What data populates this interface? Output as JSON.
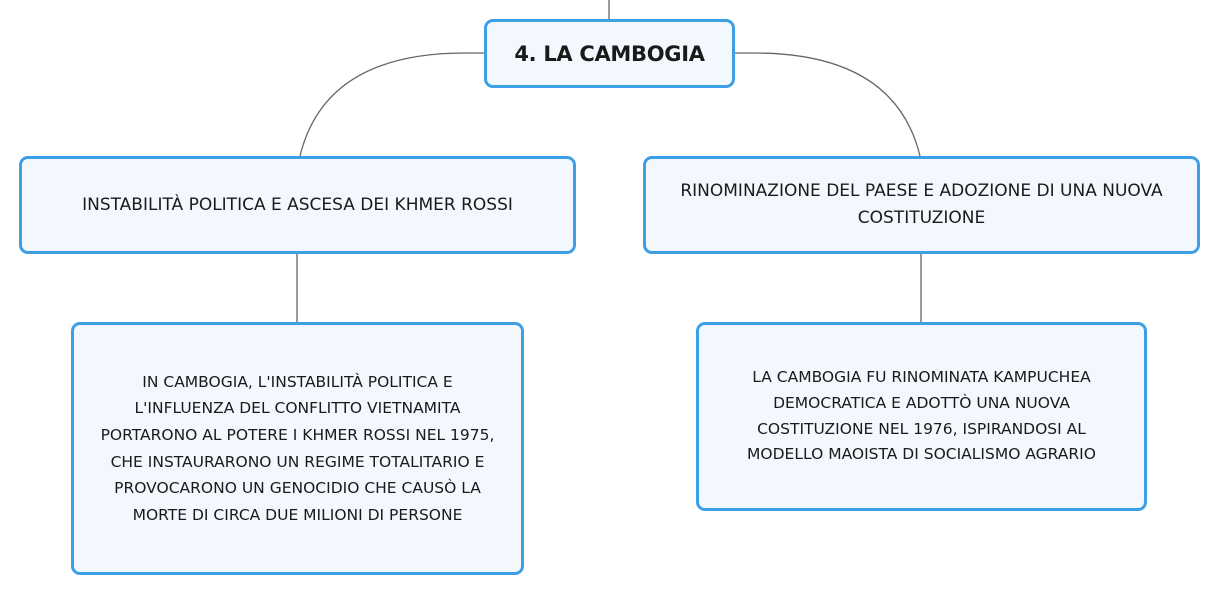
{
  "root": {
    "label": "4. LA CAMBOGIA"
  },
  "branches": [
    {
      "label": "INSTABILITÀ POLITICA E ASCESA DEI KHMER ROSSI",
      "detail": "IN CAMBOGIA, L'INSTABILITÀ POLITICA E L'INFLUENZA DEL CONFLITTO VIETNAMITA PORTARONO AL POTERE I KHMER ROSSI NEL 1975, CHE INSTAURARONO UN REGIME TOTALITARIO E PROVOCARONO UN GENOCIDIO CHE CAUSÒ LA MORTE DI CIRCA DUE MILIONI DI PERSONE"
    },
    {
      "label": "RINOMINAZIONE DEL PAESE E ADOZIONE DI UNA NUOVA COSTITUZIONE",
      "detail": "LA CAMBOGIA FU RINOMINATA KAMPUCHEA DEMOCRATICA E ADOTTÒ UNA NUOVA COSTITUZIONE NEL 1976, ISPIRANDOSI AL MODELLO MAOISTA DI SOCIALISMO AGRARIO"
    }
  ],
  "colors": {
    "node_border": "#3d9fe4",
    "node_fill": "#f2f8fe",
    "connector": "#666666"
  }
}
